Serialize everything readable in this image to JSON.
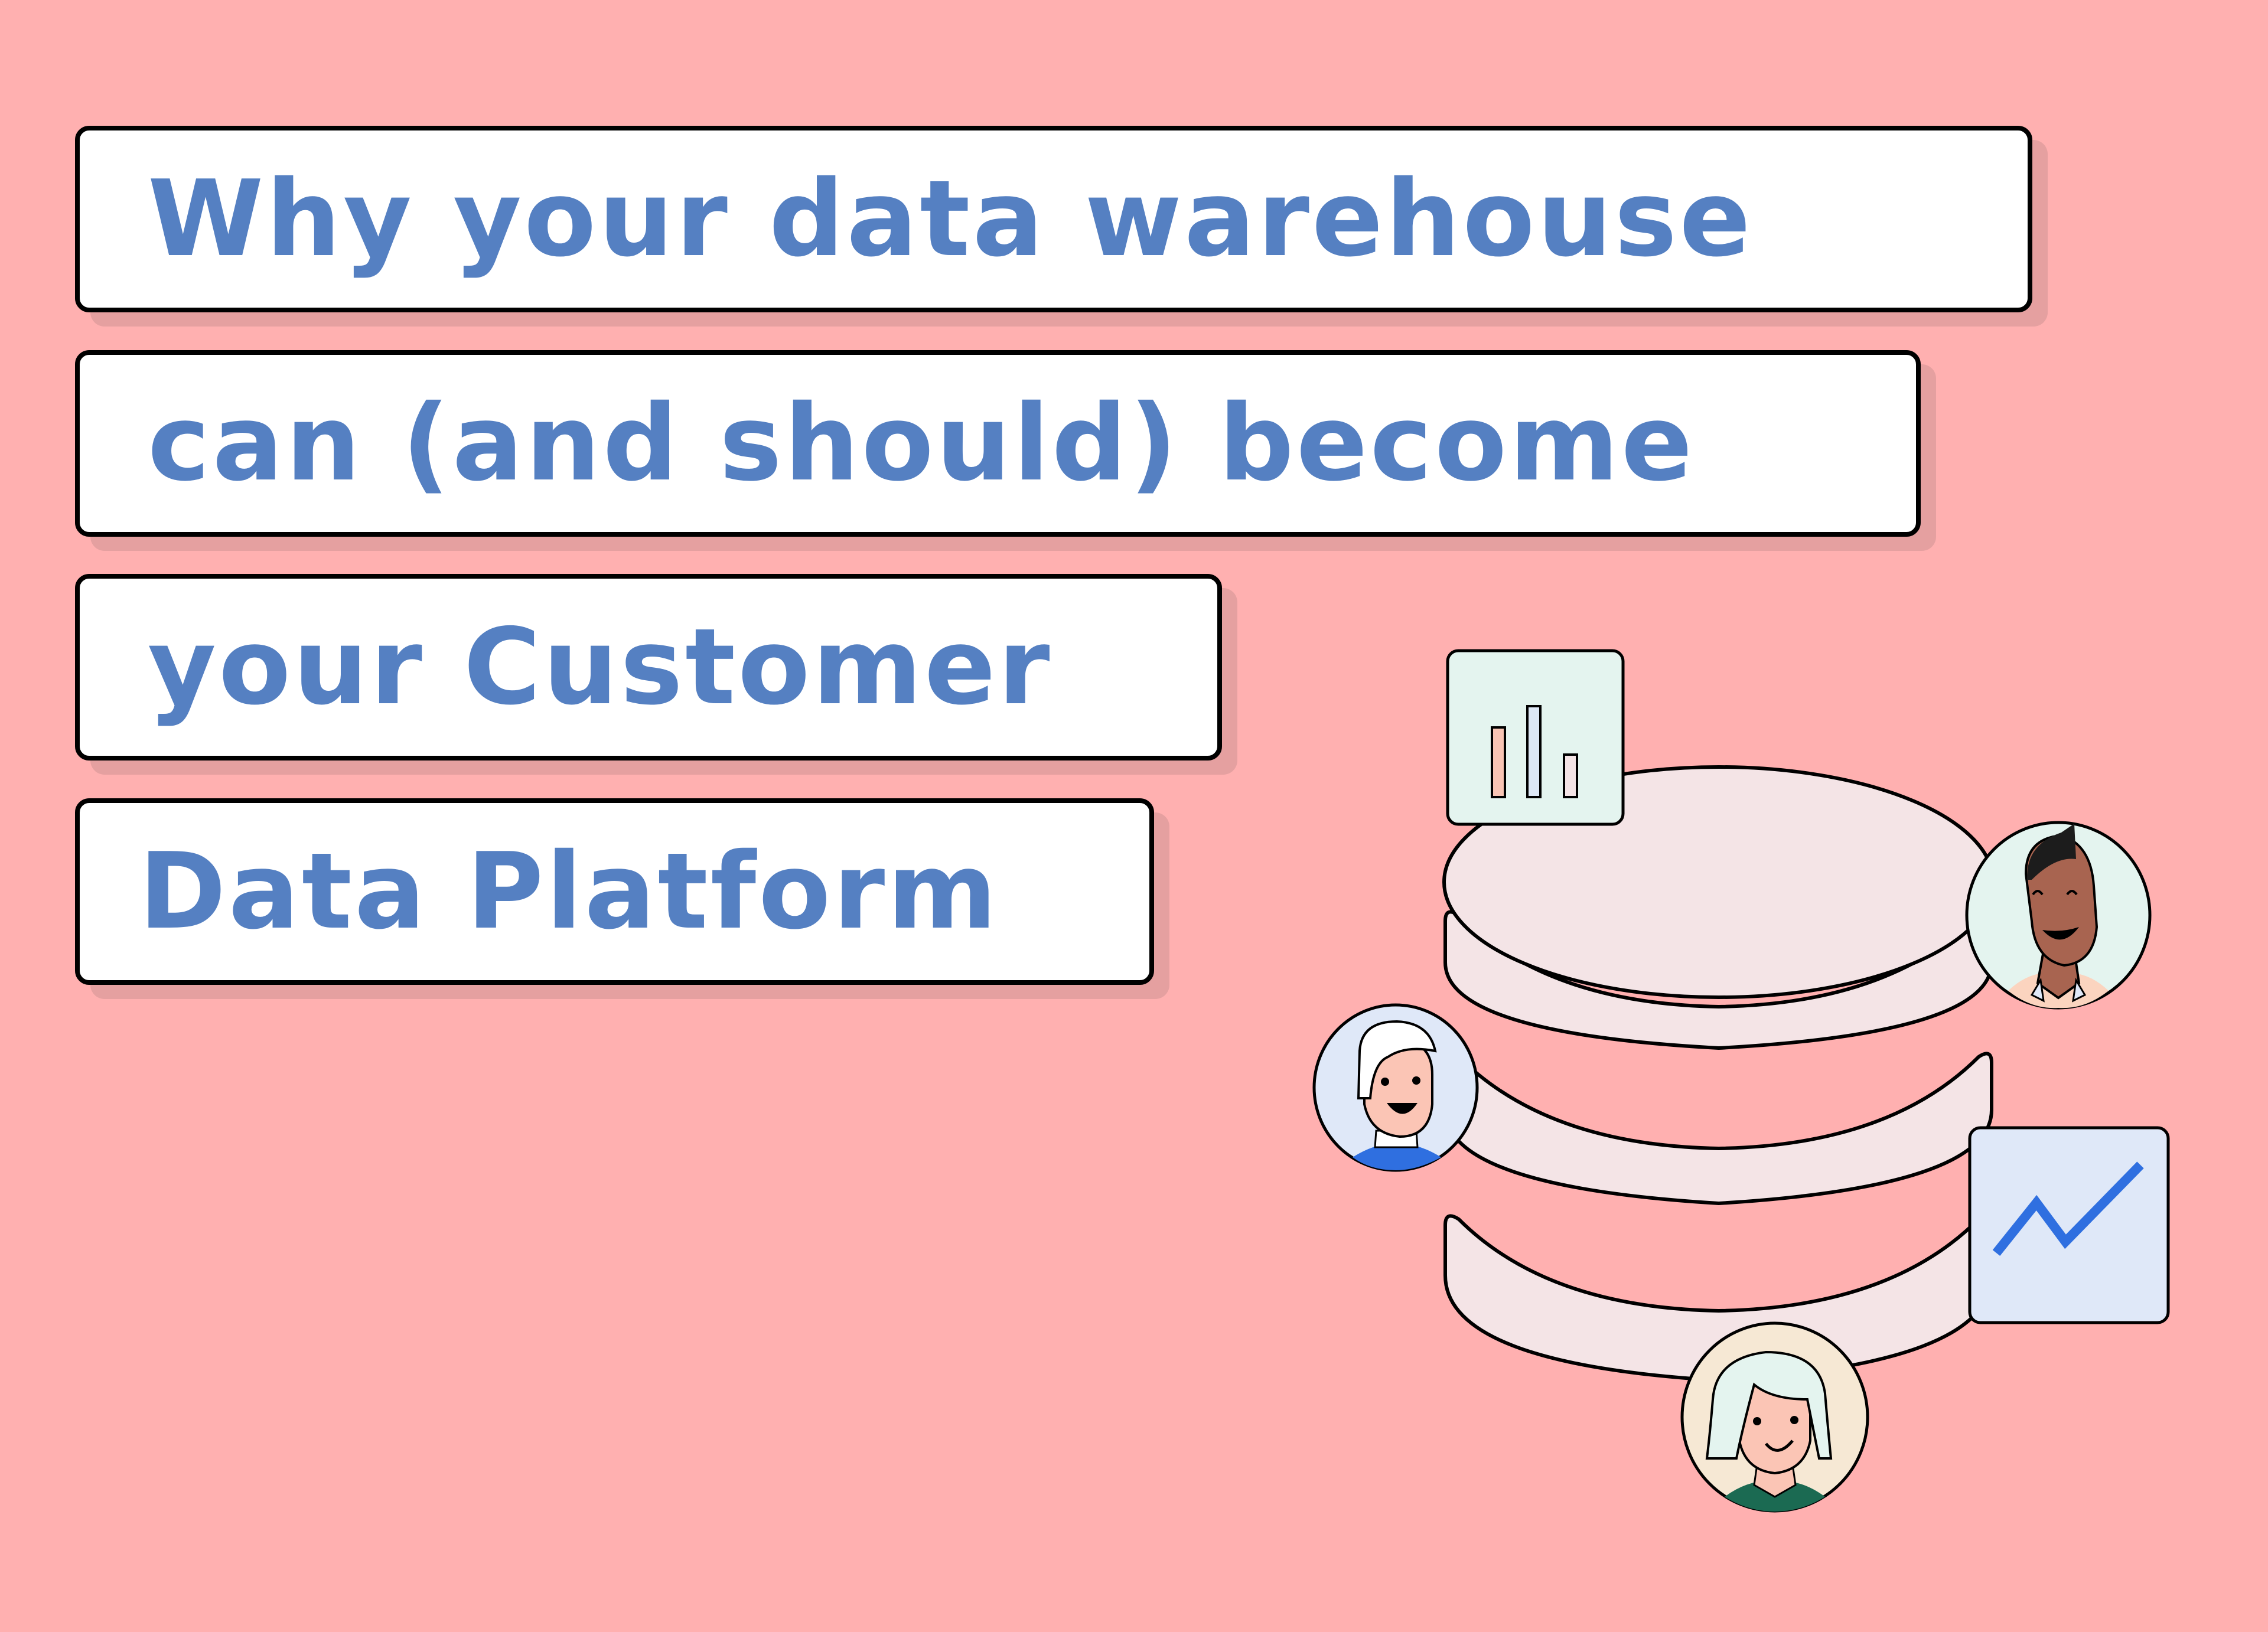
{
  "headline": {
    "lines": [
      "Why your data warehouse",
      "can (and should) become",
      "your Customer",
      "Data Platform"
    ],
    "text_color": "#5580c2"
  },
  "colors": {
    "background": "#ffb0b0",
    "box_shadow": "#e5a0a0",
    "cylinder_fill": "#f4e4e6",
    "bar_card_fill": "#e4f4ef",
    "line_card_fill": "#dfe8f8",
    "line_stroke": "#2f6fe0"
  },
  "illustration": {
    "bar_chart_icon": "bar-chart-icon",
    "line_chart_icon": "trend-line-icon",
    "database_icon": "database-cylinder-icon",
    "avatars": [
      "avatar-man-laughing",
      "avatar-person-white-hair-blue-shirt",
      "avatar-woman-smiling-green-shirt"
    ]
  }
}
